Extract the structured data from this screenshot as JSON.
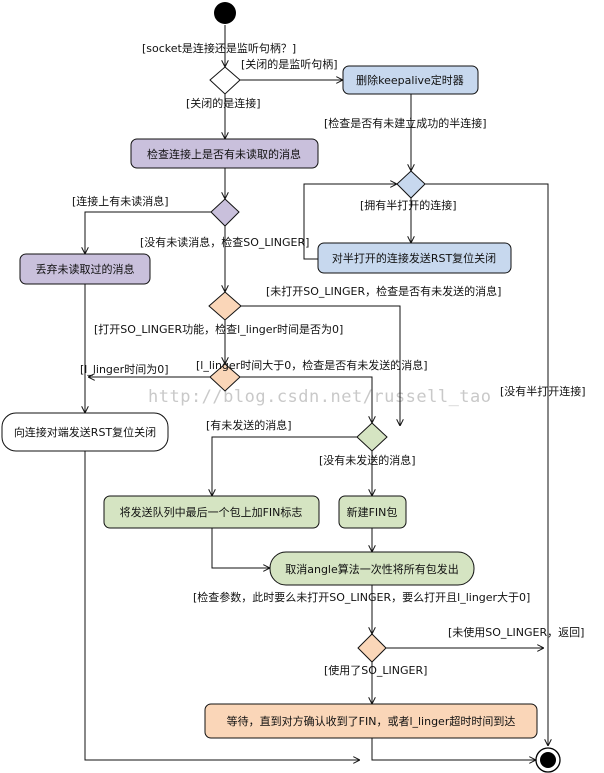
{
  "colors": {
    "blue": "#c7d8ee",
    "purple": "#c9c0dc",
    "green": "#d5e4c2",
    "orange": "#fad6b8",
    "white": "#ffffff"
  },
  "watermark": "http://blog.csdn.net/russell_tao",
  "nodes": {
    "n_delete_timer": "删除keepalive定时器",
    "n_check_unread": "检查连接上是否有未读取的消息",
    "n_discard_unread": "丢弃未读取过的消息",
    "n_rst_half": "对半打开的连接发送RST复位关闭",
    "n_send_rst_peer": "向连接对端发送RST复位关闭",
    "n_add_fin": "将发送队列中最后一个包上加FIN标志",
    "n_new_fin": "新建FIN包",
    "n_cancel_nagle": "取消angle算法一次性将所有包发出",
    "n_wait_fin": "等待，直到对方确认收到了FIN，或者l_linger超时时间到达"
  },
  "guards": {
    "g_socket_type": "[socket是连接还是监听句柄？]",
    "g_closed_listen": "[关闭的是监听句柄]",
    "g_closed_conn": "[关闭的是连接]",
    "g_check_half": "[检查是否有未建立成功的半连接]",
    "g_has_unread": "[连接上有未读消息]",
    "g_has_half": "[拥有半打开的连接]",
    "g_no_unread": "[没有未读消息，检查SO_LINGER]",
    "g_no_solinger": "[未打开SO_LINGER，检查是否有未发送的消息]",
    "g_solinger_on": "[打开SO_LINGER功能，检查l_linger时间是否为0]",
    "g_linger_gt0": "[l_linger时间大于0，检查是否有未发送的消息]",
    "g_linger_zero": "[l_linger时间为0]",
    "g_no_half": "[没有半打开连接]",
    "g_has_unsent": "[有未发送的消息]",
    "g_no_unsent": "[没有未发送的消息]",
    "g_check_params": "[检查参数，此时要么未打开SO_LINGER，要么打开且l_linger大于0]",
    "g_not_used": "[未使用SO_LINGER，返回]",
    "g_used": "[使用了SO_LINGER]"
  }
}
